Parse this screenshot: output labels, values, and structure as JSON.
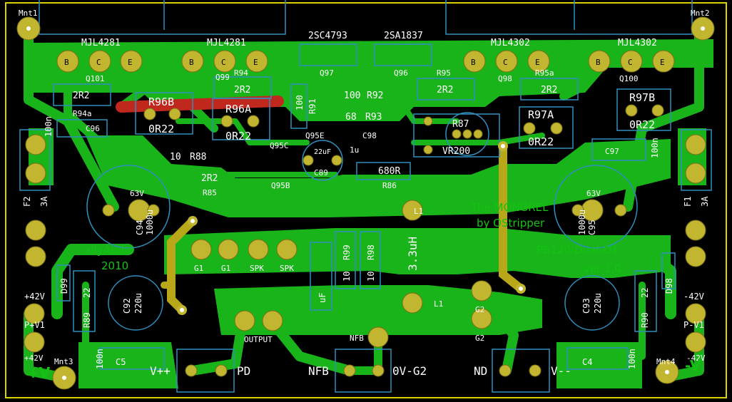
{
  "colors": {
    "background": "#000000",
    "copper": "#19b419",
    "copper_dark": "#0f8a0f",
    "top_copper": "#b9a71a",
    "red_trace": "#c0281e",
    "silk": "#ffffff",
    "outline": "#2f8fbf",
    "pad": "#c2b530",
    "green_text": "#13c213"
  },
  "mount": {
    "m1": "Mnt1",
    "m2": "Mnt2",
    "m3": "Mnt3",
    "m4": "Mnt4"
  },
  "transistors": {
    "q101_name": "MJL4281",
    "q99_name": "MJL4281",
    "q98_name": "MJL4302",
    "q100_name": "MJL4302",
    "q97_name": "2SC4793",
    "q96_name": "2SA1837",
    "q101": "Q101",
    "q99": "Q99",
    "q98": "Q98",
    "q100": "Q100",
    "q97": "Q97",
    "q96": "Q96",
    "q95c": "Q95C",
    "q95e": "Q95E",
    "q95b": "Q95B",
    "b": "B",
    "c": "C",
    "e": "E"
  },
  "resistors": {
    "r96b": "R96B",
    "r96b_val": "0R22",
    "r96a": "R96A",
    "r96a_val": "0R22",
    "r97a": "R97A",
    "r97a_val": "0R22",
    "r97b": "R97B",
    "r97b_val": "0R22",
    "r94": "R94",
    "r94a": "R94a",
    "r95": "R95",
    "r95a": "R95a",
    "v2r2": "2R2",
    "r91": "R91",
    "v100": "100",
    "r92": "R92",
    "r93": "R93",
    "v68": "68",
    "r88": "R88",
    "v10": "10",
    "r85": "R85",
    "r86": "R86",
    "v680": "680R",
    "r87": "R87",
    "vr200": "VR200",
    "r99": "R99",
    "r98": "R98",
    "r89": "R89",
    "r90": "R90",
    "v22": "22"
  },
  "caps": {
    "c96": "C96",
    "c97": "C97",
    "c98": "C98",
    "v1u": "1u",
    "c89": "C89",
    "v22uf": "22uF",
    "c94": "C94",
    "c95": "C95",
    "v1000u": "1000u",
    "v63": "63V",
    "c92": "C92",
    "c93": "C93",
    "v220u": "220u",
    "c5": "C5",
    "c4": "C4",
    "v100n": "100n",
    "uF": "uF"
  },
  "misc": {
    "f2": "F2",
    "f1": "F1",
    "v3a": "3A",
    "d99": "D99",
    "d98": "D98",
    "l1": "L1",
    "coil": "3.3uH",
    "g1": "G1",
    "spk": "SPK",
    "g2": "G2",
    "output": "OUTPUT",
    "nfb": "NFB",
    "credit1": "diyAudio",
    "credit2": "2010",
    "title1": "The MONGREL",
    "title2": "by OStripper",
    "pb1": "PB120-Dual-OT",
    "pb2": "ver 1.0",
    "p42": "+42V",
    "pv1": "P+V1",
    "n42": "-42V",
    "nv1": "P-V1",
    "plusv": "+V",
    "minusv": "-V",
    "vpp": "V++",
    "pd": "PD",
    "nfb2": "NFB",
    "ovg2": "0V-G2",
    "nd": "ND",
    "vmm": "V--"
  }
}
